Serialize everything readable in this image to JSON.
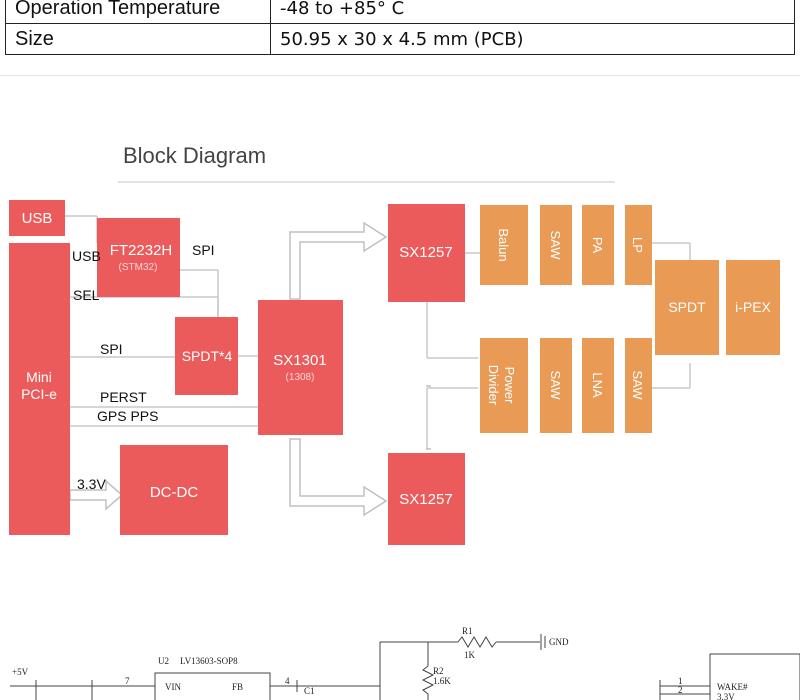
{
  "spec_table": {
    "rows": [
      {
        "label": "Operation Temperature",
        "value": "-48 to +85° C"
      },
      {
        "label": "Size",
        "value": "50.95 x 30 x 4.5 mm (PCB)"
      }
    ]
  },
  "block_diagram": {
    "title": "Block Diagram",
    "blocks": {
      "usb": "USB",
      "ft2232h": "FT2232H",
      "ft2232h_sub": "(STM32)",
      "spdt4": "SPDT*4",
      "sx1301": "SX1301",
      "sx1301_sub": "(1308)",
      "sx1257_top": "SX1257",
      "sx1257_bottom": "SX1257",
      "minipcie_line1": "Mini",
      "minipcie_line2": "PCI-e",
      "dcdc": "DC-DC",
      "balun": "Balun",
      "saw1": "SAW",
      "pa": "PA",
      "lp": "LP",
      "power_divider_line1": "Power",
      "power_divider_line2": "Divider",
      "saw2": "SAW",
      "lna": "LNA",
      "saw3": "SAW",
      "spdt": "SPDT",
      "ipex": "i-PEX"
    },
    "signals": {
      "usb": "USB",
      "spi_top": "SPI",
      "sel": "SEL",
      "spi_mid": "SPI",
      "perst": "PERST",
      "gps_pps": "GPS PPS",
      "v33": "3.3V"
    },
    "colors": {
      "red": "#ec5b5b",
      "orange": "#e99a55",
      "line": "#c8c8c8"
    }
  },
  "schematic": {
    "r1": "R1",
    "r1_val": "1K",
    "gnd": "GND",
    "r2": "R2",
    "r2_val": "1.6K",
    "u2": "U2",
    "u2_part": "LV13603-SOP8",
    "vin": "VIN",
    "fb": "FB",
    "pin7": "7",
    "pin4": "4",
    "c1": "C1",
    "plus5v": "+5V",
    "pin1": "1",
    "pin2": "2",
    "wake": "WAKE#",
    "v33": "3.3V"
  }
}
